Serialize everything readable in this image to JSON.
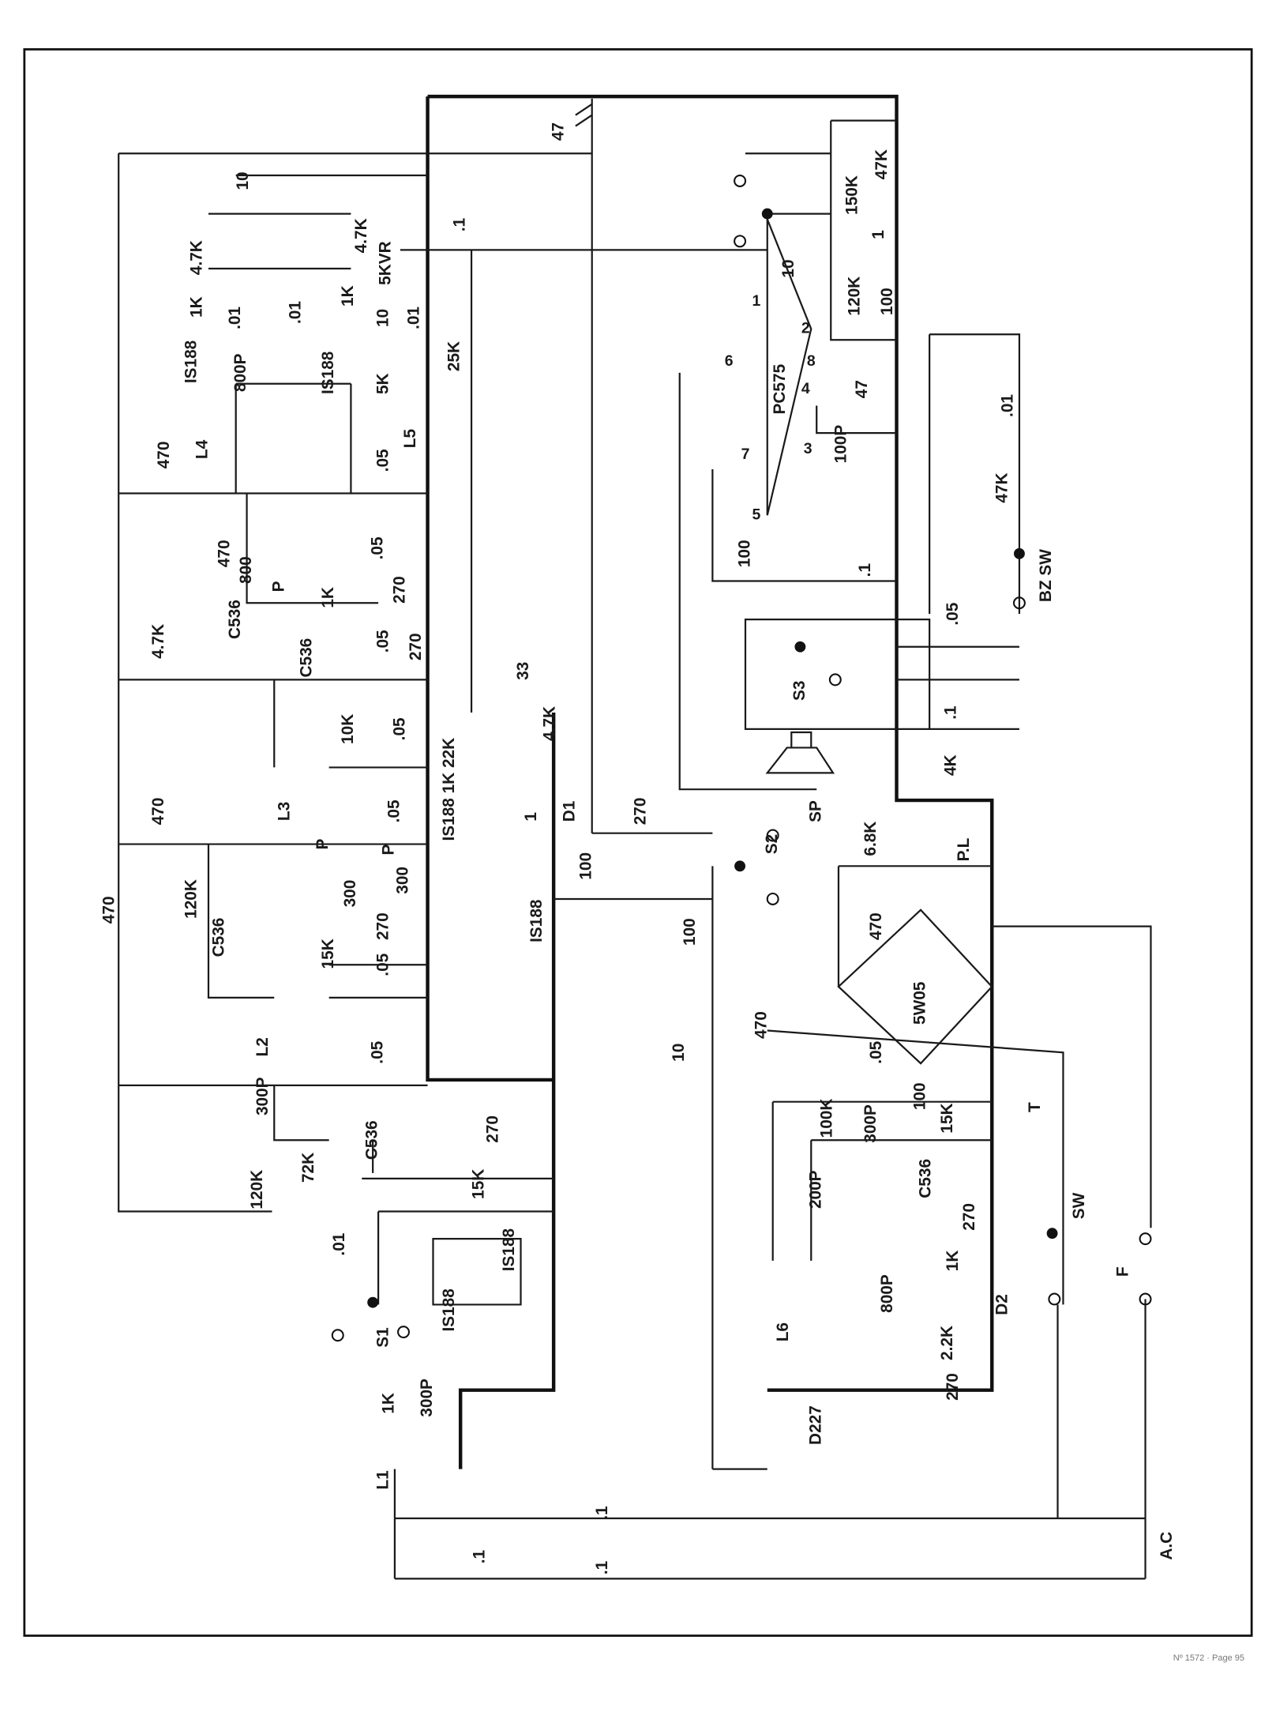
{
  "footer": "Nº 1572 · Page 95",
  "labels": [
    "47",
    "10",
    "4.7K",
    "1K",
    "IS188",
    ".01",
    "800P",
    ".01",
    "IS188",
    "4.7K",
    "1K",
    "5KVR",
    "10",
    ".01",
    "5K",
    "L5",
    ".05",
    "L4",
    "470",
    "470",
    "800",
    "P",
    ".05",
    "270",
    "C536",
    "1K",
    "C536",
    ".05",
    "270",
    "4.7K",
    "10K",
    ".05",
    "33",
    "4.7K",
    "IS188 1K 22K",
    "D1",
    "1",
    "L3",
    "470",
    ".05",
    "P",
    "300",
    "P",
    "300",
    "270",
    "120K",
    "C536",
    "15K",
    ".05",
    "IS188",
    "100",
    "270",
    "470",
    "L2",
    "300P",
    ".05",
    "C536",
    "270",
    "72K",
    "120K",
    "15K",
    ".01",
    "IS188",
    "IS188",
    "S1",
    "1K",
    "300P",
    "L1",
    "100",
    "10",
    "470",
    "SP",
    "S2",
    "6.8K",
    "P.L",
    "470",
    "5W05",
    ".05",
    "100",
    "100K",
    "300P",
    "15K",
    "T",
    "C536",
    "200P",
    "270",
    "1K",
    "800P",
    "2.2K",
    "D2",
    "L6",
    "D227",
    "270",
    "SW",
    "F",
    "A.C",
    ".1",
    ".1",
    ".1",
    "25K",
    ".1"
  ],
  "ic": {
    "name": "PC575",
    "pins": [
      "1",
      "2",
      "6",
      "8",
      "4",
      "3",
      "7",
      "5"
    ]
  },
  "ic_area": [
    "10",
    "120K",
    "150K",
    "1",
    "47K",
    "100",
    "47",
    "100P",
    ".01",
    "47K",
    "BZ SW",
    ".05",
    "S3",
    ".1",
    "4K",
    "100",
    ".1"
  ]
}
